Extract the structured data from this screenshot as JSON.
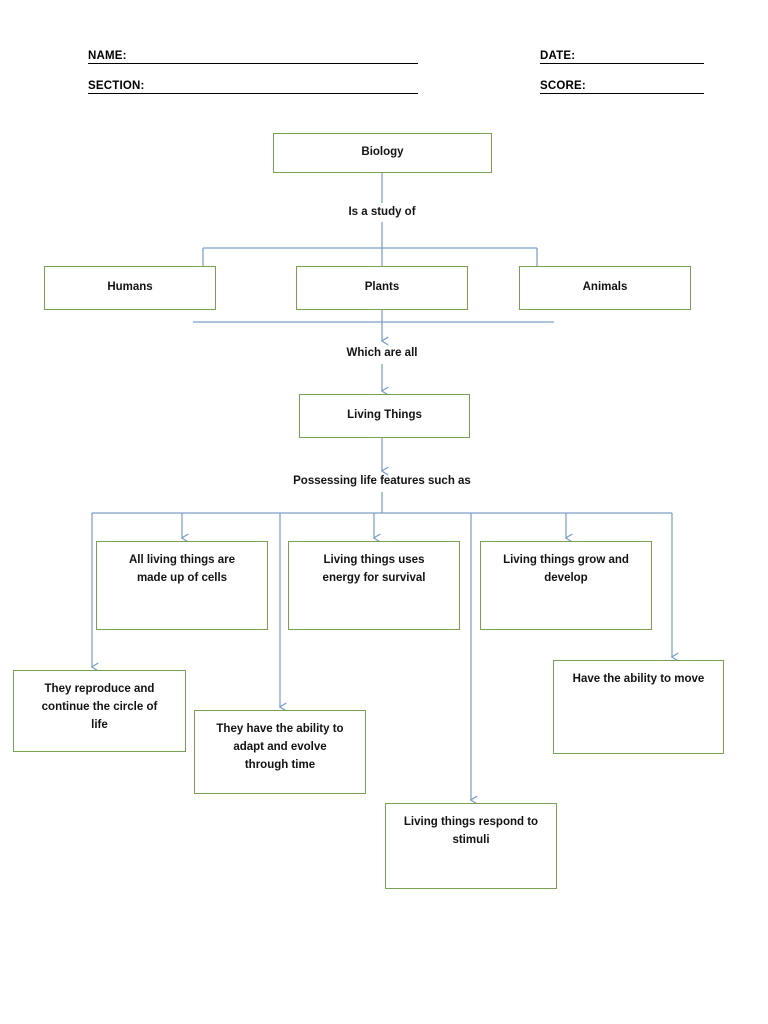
{
  "header": {
    "fields": [
      {
        "label": "NAME:",
        "value": ""
      },
      {
        "label": "DATE:",
        "value": ""
      },
      {
        "label": "SECTION:",
        "value": ""
      },
      {
        "label": "SCORE:",
        "value": ""
      }
    ]
  },
  "diagram": {
    "root": {
      "label": "Biology"
    },
    "captions": [
      {
        "text": "Is a study of"
      },
      {
        "text": "Which are all"
      },
      {
        "text": "Possessing life features such as"
      }
    ],
    "kingdoms": [
      {
        "label": "Humans"
      },
      {
        "label": "Plants"
      },
      {
        "label": "Animals"
      }
    ],
    "living_things": {
      "label": "Living Things"
    },
    "features": [
      {
        "label": "All living things are\nmade up of cells"
      },
      {
        "label": "Living things uses\nenergy for survival"
      },
      {
        "label": "Living things grow and\ndevelop"
      },
      {
        "label": "They reproduce and\ncontinue the circle of\nlife"
      },
      {
        "label": "They have the ability to\nadapt and evolve\nthrough time"
      },
      {
        "label": "Have the ability to move"
      },
      {
        "label": "Living things respond to\nstimuli"
      }
    ]
  },
  "colors": {
    "box_border": "#77a153",
    "connector": "#7d9fc8",
    "text": "#131313",
    "rule": "#000000",
    "page_background": "#ffffff"
  }
}
